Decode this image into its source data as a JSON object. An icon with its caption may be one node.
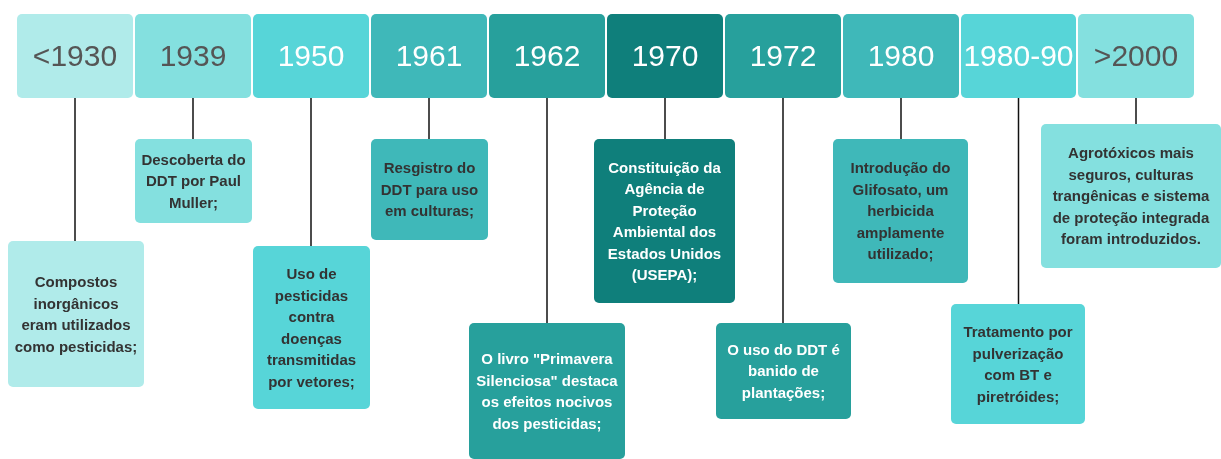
{
  "diagram": {
    "nodes": [
      {
        "text": [
          "<1930"
        ]
      },
      {
        "text": [
          "1939"
        ]
      },
      {
        "text": [
          "1950"
        ]
      },
      {
        "text": [
          "1961"
        ]
      },
      {
        "text": [
          "1962"
        ]
      },
      {
        "text": [
          "1970"
        ]
      },
      {
        "text": [
          "1972"
        ]
      },
      {
        "text": [
          "1980"
        ]
      },
      {
        "text": [
          "1980-90"
        ]
      },
      {
        "text": [
          ">2000"
        ]
      },
      {
        "text": [
          "Compostos inorgânicos eram utilizados como pesticidas;"
        ]
      },
      {
        "text": [
          "Descoberta do DDT por Paul Muller;"
        ]
      },
      {
        "text": [
          "Uso de pesticidas contra doenças transmitidas por vetores;"
        ]
      },
      {
        "text": [
          "Resgistro do DDT para uso em culturas;"
        ]
      },
      {
        "text": [
          "O livro \"Primavera Silenciosa\" destaca os efeitos nocivos dos pesticidas;"
        ]
      },
      {
        "text": [
          "Constituição da Agência de Proteção Ambiental dos Estados Unidos (USEPA);"
        ]
      },
      {
        "text": [
          "O uso do DDT é banido de plantações;"
        ]
      },
      {
        "text": [
          "Introdução do Glifosato, um herbicida amplamente utilizado;"
        ]
      },
      {
        "text": [
          "Tratamento por pulverização com BT e piretróides;"
        ]
      },
      {
        "text": [
          "Agrotóxicos mais seguros, culturas trangênicas e sistema de proteção integrada foram introduzidos."
        ]
      }
    ],
    "edges": [
      {
        "from": 0,
        "to": 10,
        "arrow": "none"
      },
      {
        "from": 1,
        "to": 11,
        "arrow": "none"
      },
      {
        "from": 2,
        "to": 12,
        "arrow": "none"
      },
      {
        "from": 3,
        "to": 13,
        "arrow": "none"
      },
      {
        "from": 4,
        "to": 14,
        "arrow": "none"
      },
      {
        "from": 5,
        "to": 15,
        "arrow": "none"
      },
      {
        "from": 6,
        "to": 16,
        "arrow": "none"
      },
      {
        "from": 7,
        "to": 17,
        "arrow": "none"
      },
      {
        "from": 8,
        "to": 18,
        "arrow": "none"
      },
      {
        "from": 9,
        "to": 19,
        "arrow": "none"
      }
    ]
  }
}
